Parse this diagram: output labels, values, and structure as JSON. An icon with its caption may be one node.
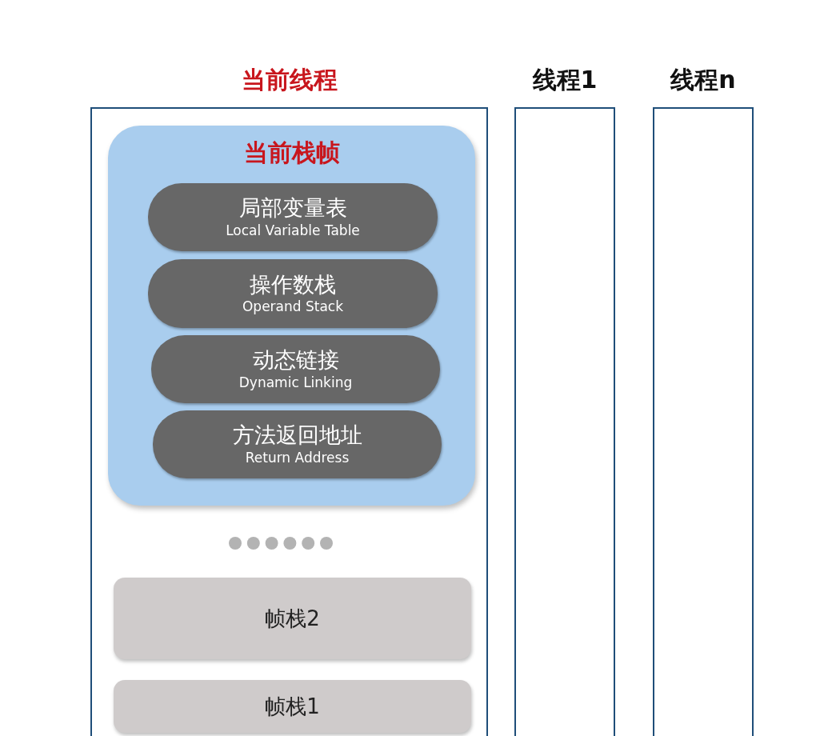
{
  "diagram": {
    "nodes": [
      {
        "text": [
          "当前线程"
        ]
      },
      {
        "text": [
          "当前栈帧"
        ],
        "in": 0
      },
      {
        "text": [
          "局部变量表",
          "Local Variable Table"
        ],
        "in": 1
      },
      {
        "text": [
          "操作数栈",
          "Operand Stack"
        ],
        "in": 1
      },
      {
        "text": [
          "动态链接",
          "Dynamic Linking"
        ],
        "in": 1
      },
      {
        "text": [
          "方法返回地址",
          "Return Address"
        ],
        "in": 1
      },
      {
        "text": [
          "帧栈2"
        ],
        "in": 0
      },
      {
        "text": [
          "帧栈1"
        ],
        "in": 0
      },
      {
        "text": [
          "线程1"
        ]
      },
      {
        "text": [
          "线程n"
        ]
      }
    ]
  }
}
